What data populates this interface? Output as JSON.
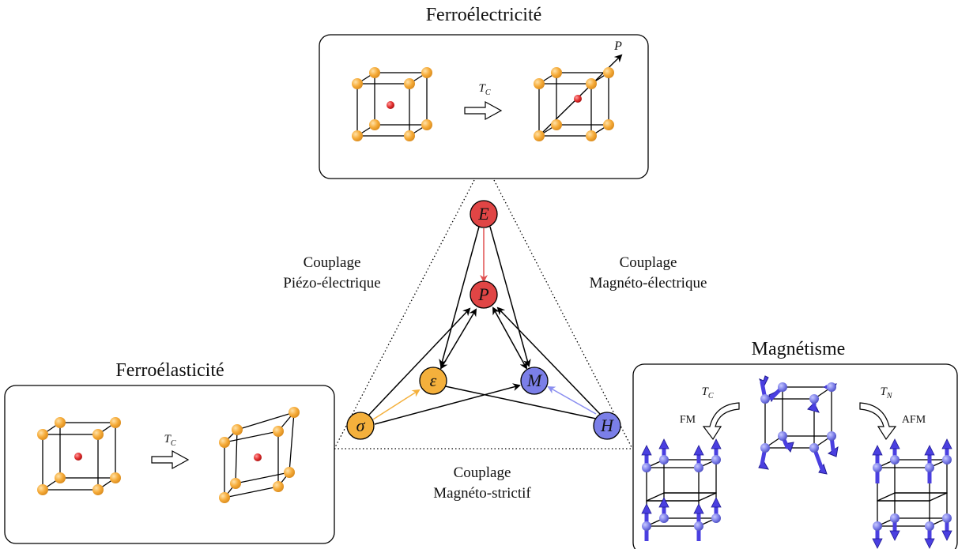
{
  "titles": {
    "ferroelectric": "Ferroélectricité",
    "ferroelastic": "Ferroélasticité",
    "magnetism": "Magnétisme"
  },
  "couplings": {
    "piezo": {
      "line1": "Couplage",
      "line2": "Piézo-électrique"
    },
    "magnetoelectric": {
      "line1": "Couplage",
      "line2": "Magnéto-électrique"
    },
    "magnetostrictive": {
      "line1": "Couplage",
      "line2": "Magnéto-strictif"
    }
  },
  "nodes": {
    "E": "E",
    "P": "P",
    "epsilon": "ε",
    "M": "M",
    "sigma": "σ",
    "H": "H"
  },
  "transitions": {
    "tc": "T",
    "tc_sub": "C",
    "tn": "T",
    "tn_sub": "N",
    "fm": "FM",
    "afm": "AFM",
    "polarization": "P"
  },
  "colors": {
    "red": "#e04545",
    "orange": "#f4b03c",
    "blue": "#6b6fe6",
    "atom": "#f6ac3a",
    "spin": "#4a3fe0"
  }
}
